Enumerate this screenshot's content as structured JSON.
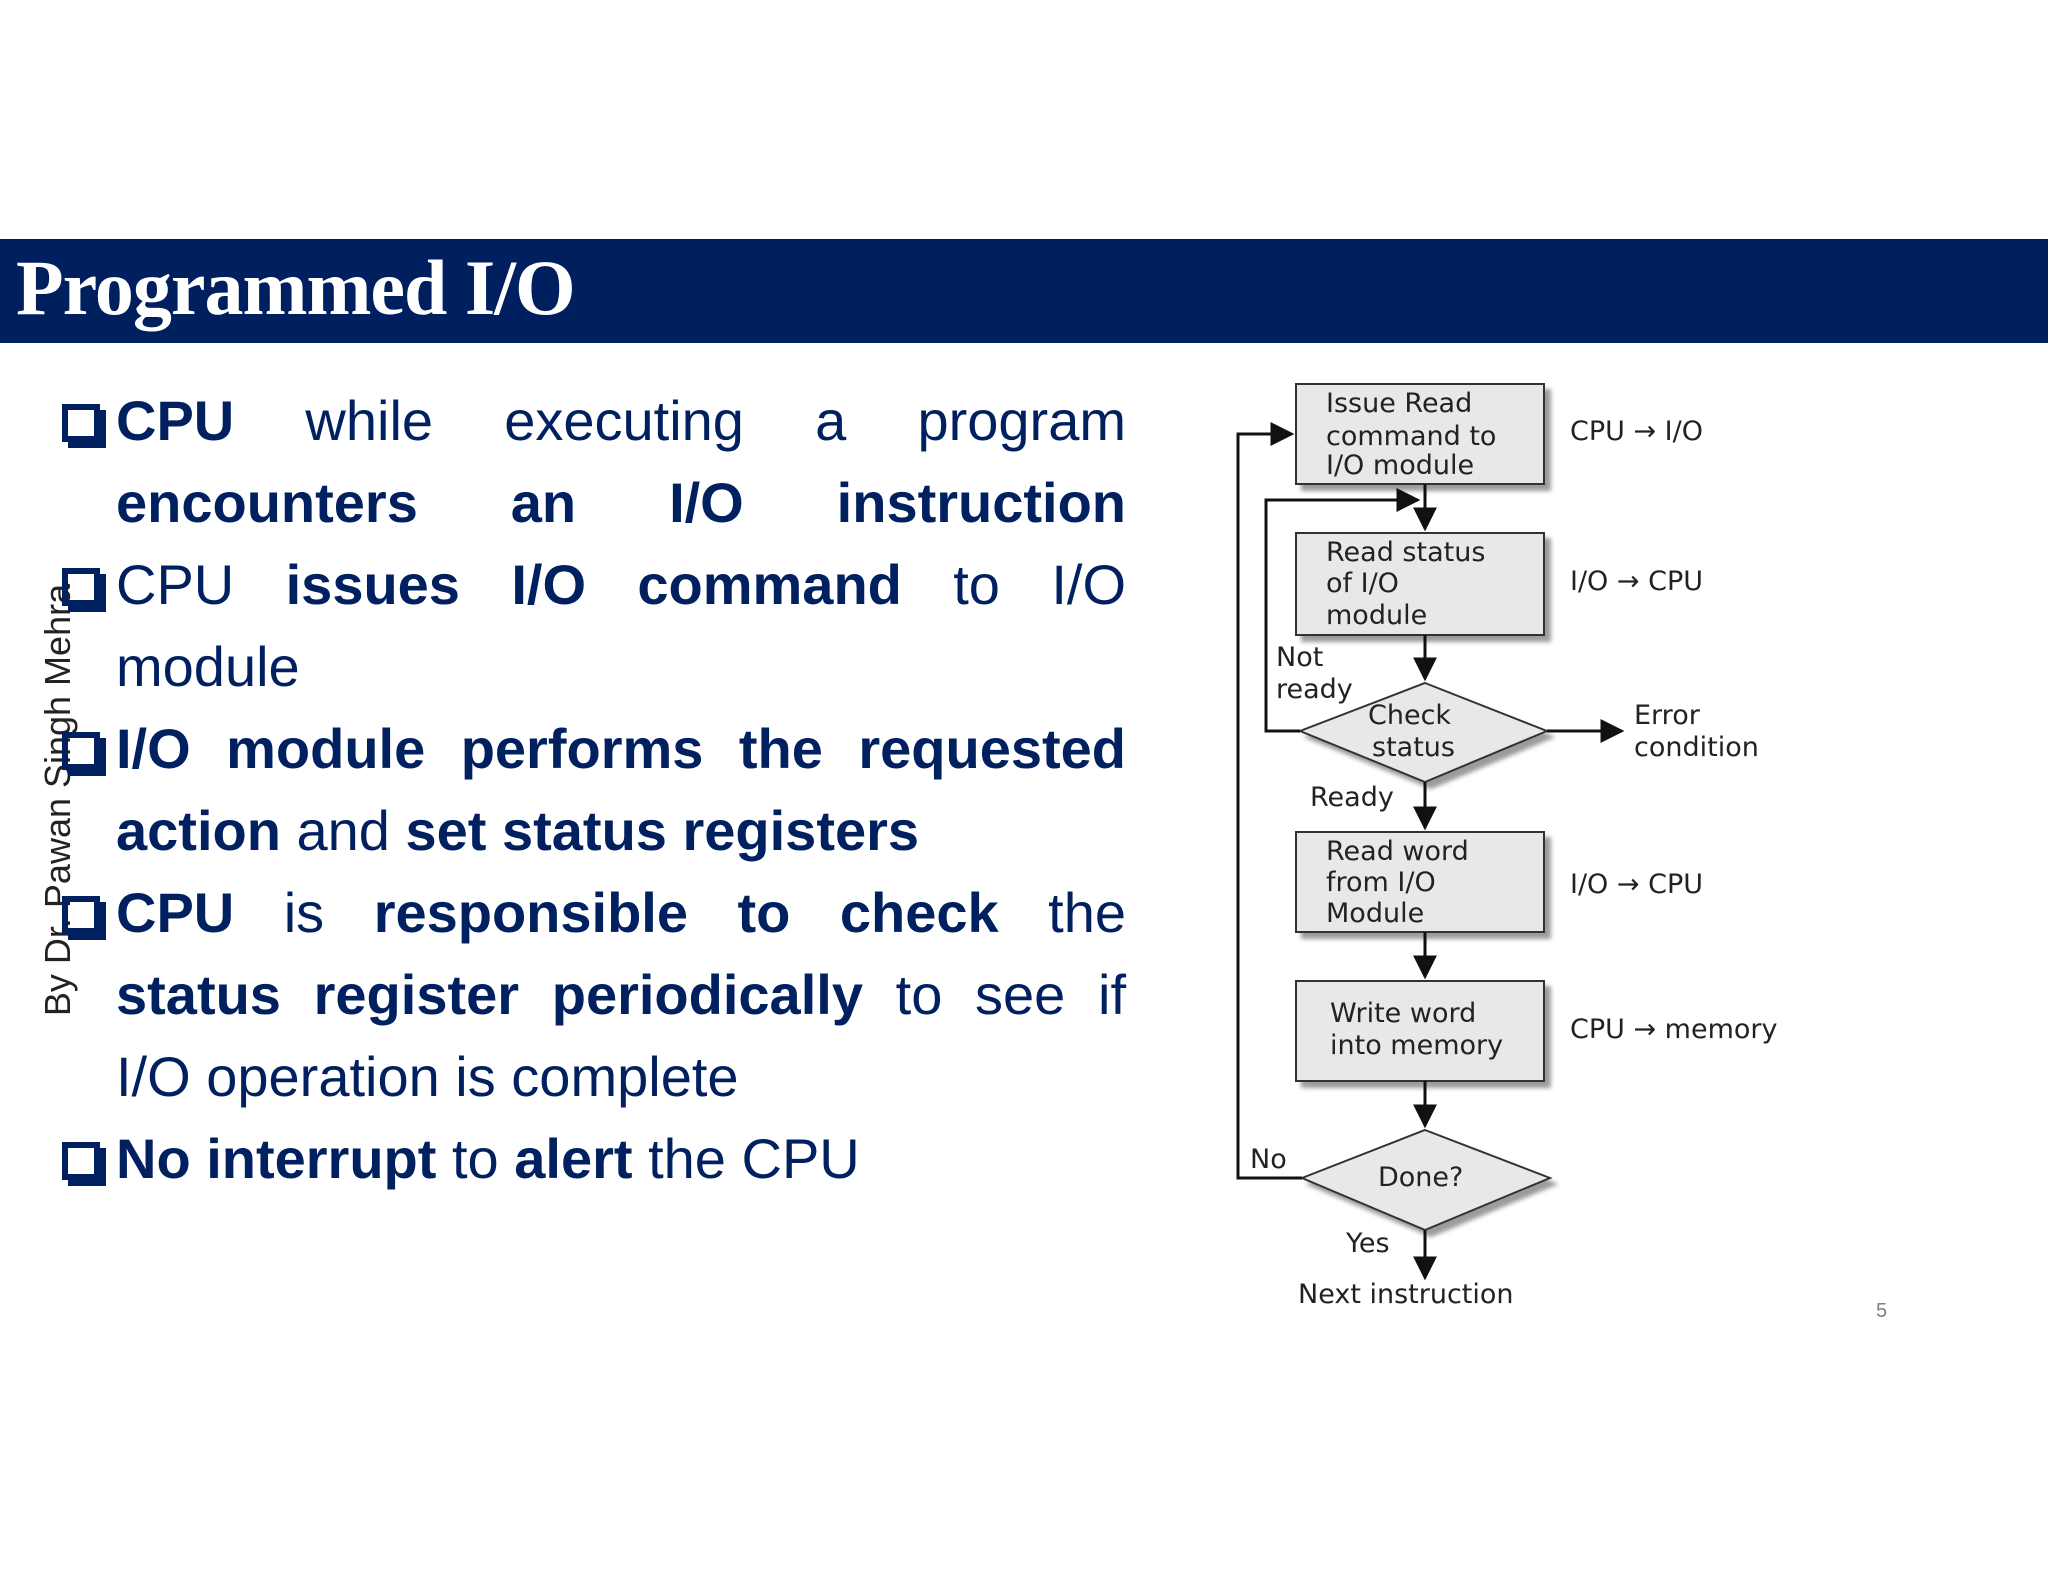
{
  "slide": {
    "title": "Programmed I/O",
    "author": "By Dr. Pawan Singh Mehra",
    "page_number": "5"
  },
  "bullets": [
    {
      "parts": [
        {
          "text": "CPU",
          "bold": true
        },
        {
          "text": " while executing a program ",
          "bold": false
        },
        {
          "text": "encounters an I/O instruction",
          "bold": true
        }
      ]
    },
    {
      "parts": [
        {
          "text": "CPU ",
          "bold": false
        },
        {
          "text": "issues I/O command",
          "bold": true
        },
        {
          "text": " to I/O module",
          "bold": false
        }
      ]
    },
    {
      "parts": [
        {
          "text": "I/O module performs the requested action",
          "bold": true
        },
        {
          "text": " and ",
          "bold": false
        },
        {
          "text": "set status registers",
          "bold": true
        }
      ]
    },
    {
      "parts": [
        {
          "text": "CPU",
          "bold": true
        },
        {
          "text": " is ",
          "bold": false
        },
        {
          "text": "responsible to check",
          "bold": true
        },
        {
          "text": " the ",
          "bold": false
        },
        {
          "text": "status register periodically",
          "bold": true
        },
        {
          "text": " to see if I/O operation is complete",
          "bold": false
        }
      ]
    },
    {
      "parts": [
        {
          "text": "No interrupt",
          "bold": true
        },
        {
          "text": " to ",
          "bold": false
        },
        {
          "text": "alert",
          "bold": true
        },
        {
          "text": " the CPU",
          "bold": false
        }
      ]
    }
  ],
  "flowchart": {
    "step1": [
      "Issue Read",
      "command to",
      "I/O module"
    ],
    "step1_side": "CPU → I/O",
    "step2": [
      "Read status",
      "of I/O",
      "module"
    ],
    "step2_side": "I/O → CPU",
    "decision1": [
      "Check",
      "status"
    ],
    "not_ready": [
      "Not",
      "ready"
    ],
    "error": [
      "Error",
      "condition"
    ],
    "ready": "Ready",
    "step3": [
      "Read word",
      "from I/O",
      "Module"
    ],
    "step3_side": "I/O → CPU",
    "step4": [
      "Write word",
      "into memory"
    ],
    "step4_side": "CPU → memory",
    "decision2": "Done?",
    "no": "No",
    "yes": "Yes",
    "next": "Next instruction"
  }
}
